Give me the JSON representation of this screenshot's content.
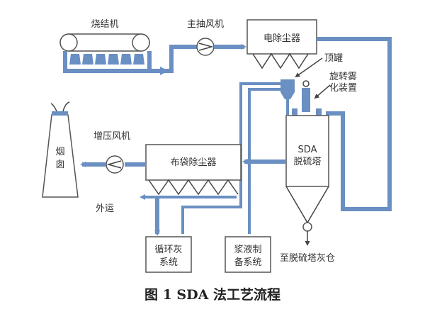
{
  "figure": {
    "caption": "图 1    SDA 法工艺流程",
    "colors": {
      "pipe": "#6a8fc2",
      "outline": "#555555"
    }
  },
  "nodes": {
    "sinter_machine": "烧结机",
    "main_fan": "主抽风机",
    "esp": "电除尘器",
    "top_tank": "顶罐",
    "rotary_atomizer_1": "旋转雾",
    "rotary_atomizer_2": "化装置",
    "sda_tower_1": "SDA",
    "sda_tower_2": "脱硫塔",
    "chimney_1": "烟",
    "chimney_2": "囱",
    "booster_fan": "增压风机",
    "bag_filter": "布袋除尘器",
    "export": "外运",
    "recycle_ash_1": "循环灰",
    "recycle_ash_2": "系统",
    "slurry_prep_1": "浆液制",
    "slurry_prep_2": "备系统",
    "to_ash_silo": "至脱硫塔灰仓"
  }
}
